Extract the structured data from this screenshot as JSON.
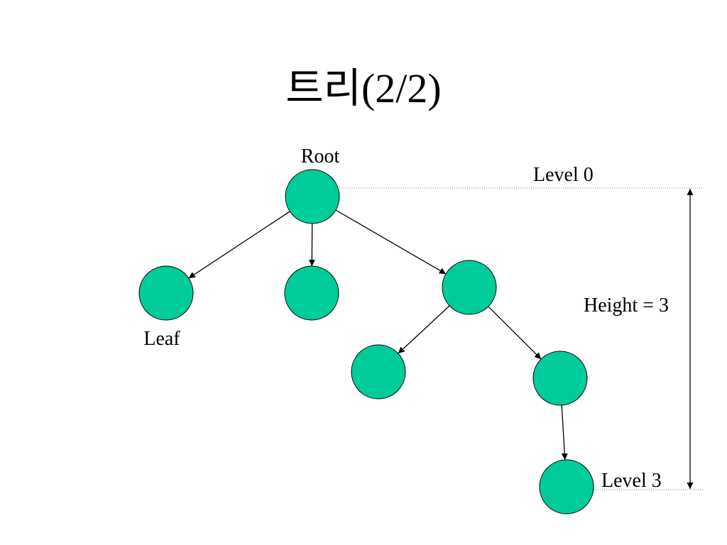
{
  "slide": {
    "title": "트리(2/2)"
  },
  "diagram": {
    "node_color": "#00CC99",
    "nodes": [
      {
        "id": "root"
      },
      {
        "id": "leaf"
      },
      {
        "id": "child-middle"
      },
      {
        "id": "child-right"
      },
      {
        "id": "grandchild-left"
      },
      {
        "id": "grandchild-right"
      },
      {
        "id": "great-grandchild"
      }
    ],
    "edges": [
      {
        "from": "root",
        "to": "leaf"
      },
      {
        "from": "root",
        "to": "child-middle"
      },
      {
        "from": "root",
        "to": "child-right"
      },
      {
        "from": "child-right",
        "to": "grandchild-left"
      },
      {
        "from": "child-right",
        "to": "grandchild-right"
      },
      {
        "from": "grandchild-right",
        "to": "great-grandchild"
      }
    ],
    "labels": {
      "root": "Root",
      "leaf": "Leaf",
      "level_0": "Level 0",
      "level_3": "Level 3",
      "height": "Height = 3"
    }
  }
}
